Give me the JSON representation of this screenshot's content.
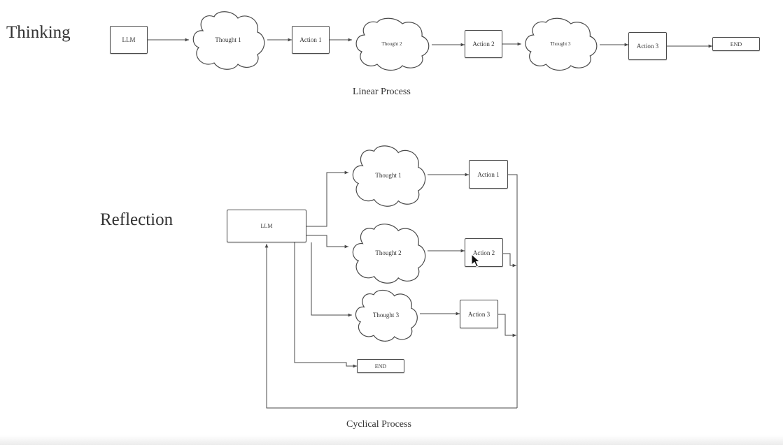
{
  "sections": {
    "thinking_title": "Thinking",
    "reflection_title": "Reflection"
  },
  "captions": {
    "linear": "Linear Process",
    "cyclical": "Cyclical Process"
  },
  "linear": {
    "llm": "LLM",
    "thought1": "Thought 1",
    "action1": "Action 1",
    "thought2": "Thought 2",
    "action2": "Action 2",
    "thought3": "Thought 3",
    "action3": "Action 3",
    "end": "END"
  },
  "cyclical": {
    "llm": "LLM",
    "thought1": "Thought 1",
    "action1": "Action 1",
    "thought2": "Thought 2",
    "action2": "Action 2",
    "thought3": "Thought 3",
    "action3": "Action 3",
    "end": "END"
  },
  "colors": {
    "stroke": "#4a4a4a",
    "text": "#333333",
    "background": "#ffffff"
  },
  "icons": {
    "pointer": "mouse-pointer-icon"
  }
}
